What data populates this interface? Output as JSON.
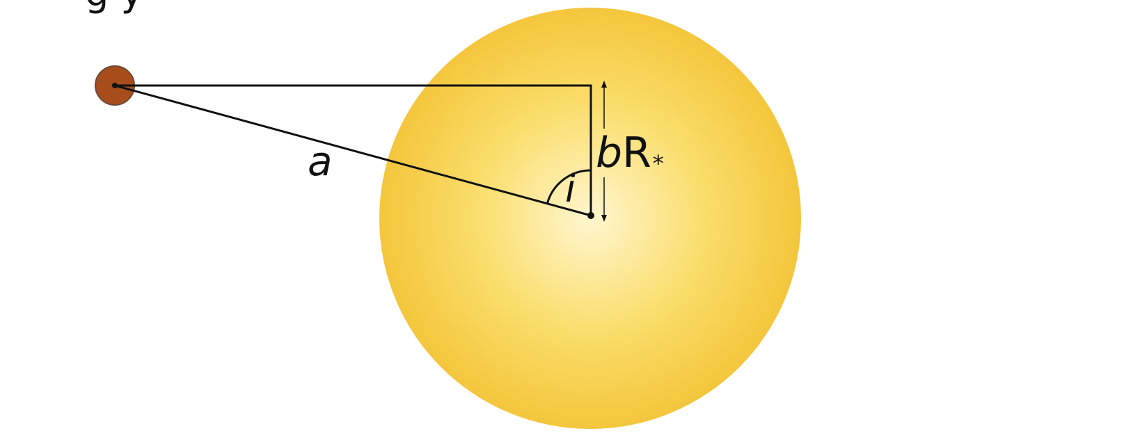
{
  "header": {
    "partial_caption": "g      y"
  },
  "labels": {
    "semi_major_axis": "a",
    "inclination": "i",
    "impact_b": "b",
    "stellar_radius": "R",
    "radius_subscript": "*"
  },
  "colors": {
    "star_center": "#fff6cf",
    "star_mid": "#fadd6a",
    "star_edge": "#f4c63c",
    "planet_fill": "#a64d1b",
    "planet_stroke": "#6b4a3a",
    "line": "#111111"
  }
}
